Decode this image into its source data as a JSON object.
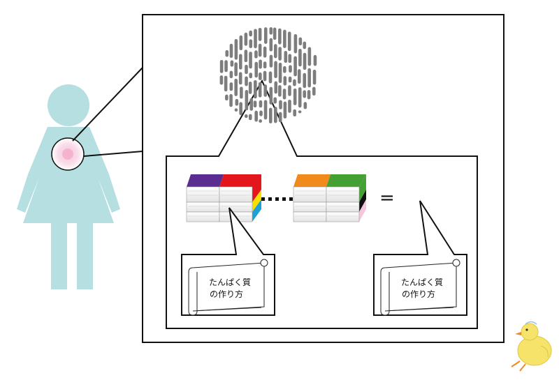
{
  "diagram": {
    "equals_sign": "=",
    "scroll_left": {
      "line1": "たんぱく質",
      "line2": "の作り方"
    },
    "scroll_right": {
      "line1": "たんぱく質",
      "line2": "の作り方"
    },
    "colors": {
      "body": "#b5dfe1",
      "chromosome": "#7d7d7d",
      "cell_pink": "#f2a7c8",
      "book_purple": "#5b2d91",
      "book_red": "#e3161b",
      "book_yellow": "#f5e000",
      "book_blue": "#1e9fd6",
      "book_orange": "#f08a1c",
      "book_green": "#45a034",
      "book_black": "#111111",
      "book_pink": "#f4c7dd"
    }
  }
}
